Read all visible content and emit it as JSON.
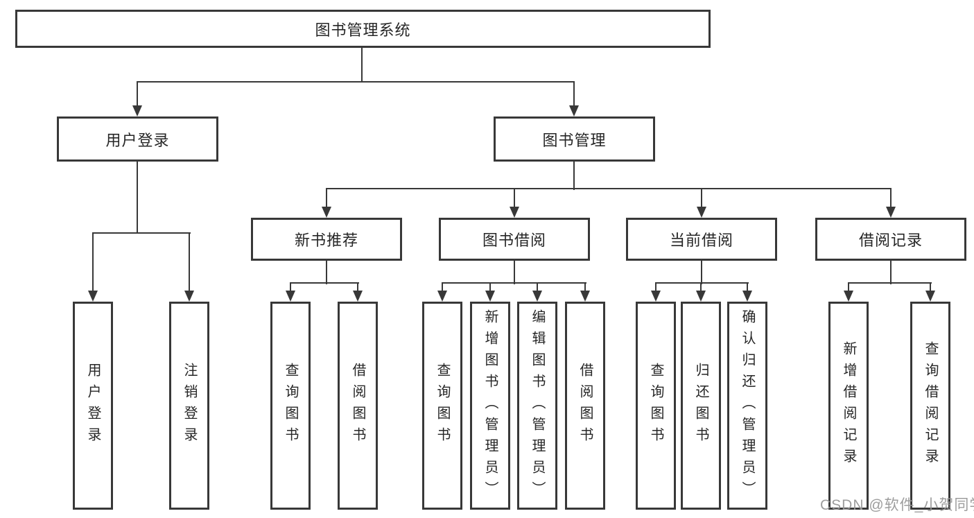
{
  "diagram": {
    "root": {
      "label": "图书管理系统"
    },
    "level2": [
      {
        "label": "用户登录"
      },
      {
        "label": "图书管理"
      }
    ],
    "level3": [
      {
        "label": "新书推荐"
      },
      {
        "label": "图书借阅"
      },
      {
        "label": "当前借阅"
      },
      {
        "label": "借阅记录"
      }
    ],
    "leaves": {
      "user_login": [
        {
          "label": "用户登录"
        },
        {
          "label": "注销登录"
        }
      ],
      "new_book_recommend": [
        {
          "label": "查询图书"
        },
        {
          "label": "借阅图书"
        }
      ],
      "book_borrow": [
        {
          "label": "查询图书"
        },
        {
          "label": "新增图书（管理员）"
        },
        {
          "label": "编辑图书（管理员）"
        },
        {
          "label": "借阅图书"
        }
      ],
      "current_borrow": [
        {
          "label": "查询图书"
        },
        {
          "label": "归还图书"
        },
        {
          "label": "确认归还（管理员）"
        }
      ],
      "borrow_records": [
        {
          "label": "新增借阅记录"
        },
        {
          "label": "查询借阅记录"
        }
      ]
    }
  },
  "watermark": {
    "text": "CSDN @软件_小贺同学"
  },
  "colors": {
    "box_border": "#383838",
    "connector": "#383838",
    "text": "#262626",
    "watermark": "#989898",
    "background": "#ffffff"
  }
}
